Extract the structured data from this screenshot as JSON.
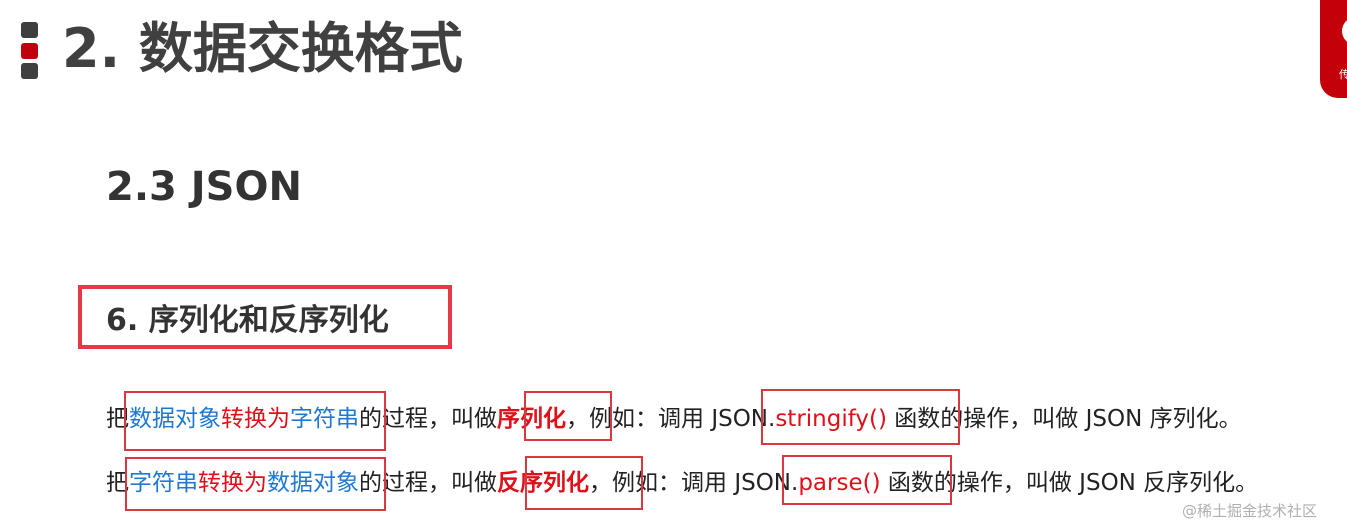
{
  "slide": {
    "title": "2. 数据交换格式",
    "section": "2.3 JSON",
    "subsection": "6. 序列化和反序列化",
    "badge_text": "传"
  },
  "line1": {
    "prefix": "把",
    "obj1": "数据对象",
    "mid": "转换为",
    "obj2": "字符串",
    "text1": "的过程，叫做",
    "term": "序列化",
    "text2": "，例如：调用 ",
    "api_obj": "JSON.",
    "api_fn": "stringify()",
    "text3": " 函数的操作，叫做 JSON 序列化。"
  },
  "line2": {
    "prefix": "把",
    "obj1": "字符串",
    "mid": "转换为",
    "obj2": "数据对象",
    "text1": "的过程，叫做",
    "term": "反序列化",
    "text2": "，例如：调用 ",
    "api_obj": "JSON.",
    "api_fn": "parse()",
    "text3": " 函数的操作，叫做 JSON 反序列化。"
  },
  "watermark": "@稀土掘金技术社区",
  "colors": {
    "accent_red": "#e0101a",
    "link_blue": "#1f78d1",
    "box_red": "#e63946",
    "title_gray": "#404040"
  }
}
